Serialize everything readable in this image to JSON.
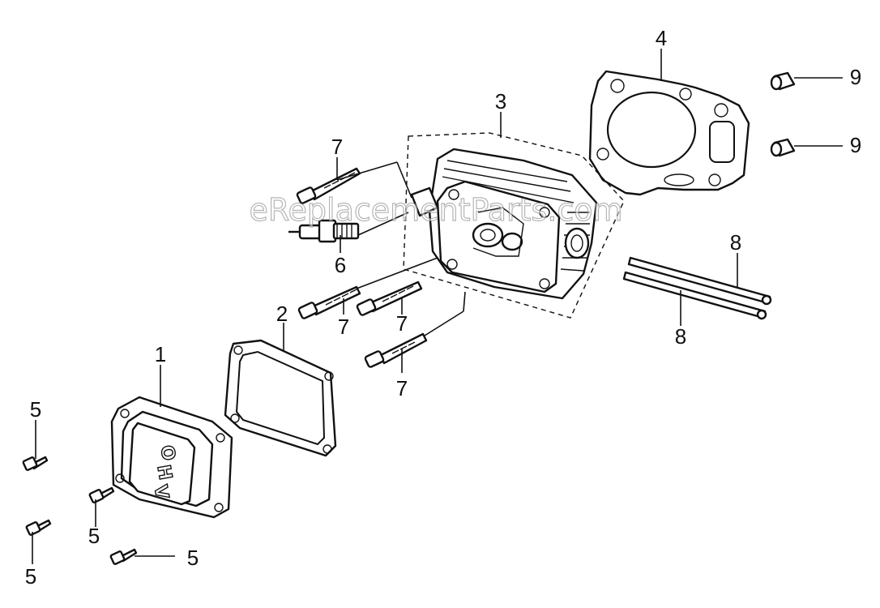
{
  "watermark": "eReplacementParts.com",
  "callouts": {
    "c1": "1",
    "c2": "2",
    "c3": "3",
    "c4": "4",
    "c5a": "5",
    "c5b": "5",
    "c5c": "5",
    "c5d": "5",
    "c6": "6",
    "c7a": "7",
    "c7b": "7",
    "c7c": "7",
    "c7d": "7",
    "c8a": "8",
    "c8b": "8",
    "c9a": "9",
    "c9b": "9"
  },
  "cover_text": {
    "o": "O",
    "h": "H",
    "v": "V"
  }
}
